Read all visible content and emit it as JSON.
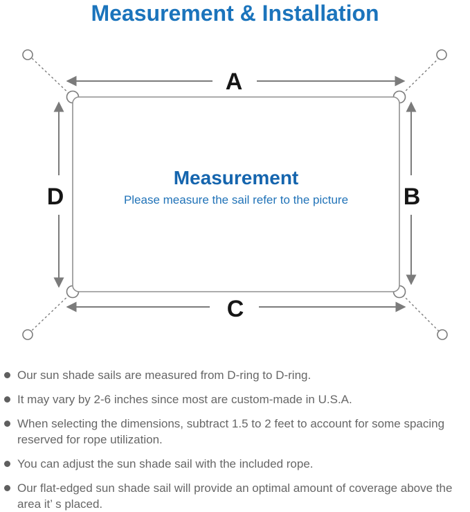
{
  "title": "Measurement & Installation",
  "colors": {
    "title_blue": "#1b74bc",
    "center_title_blue": "#1565ae",
    "center_subtitle_blue": "#2173b8",
    "diagram_line_gray": "#7b7b7b",
    "sail_outline_gray": "#909090",
    "dimension_letter_black": "#161616",
    "note_text_gray": "#666666"
  },
  "diagram": {
    "labels": {
      "top": "A",
      "right": "B",
      "bottom": "C",
      "left": "D"
    },
    "center_title": "Measurement",
    "center_subtitle": "Please measure the sail refer to the picture"
  },
  "notes": {
    "items": [
      "Our sun shade sails are measured from D-ring to D-ring.",
      "It may vary by 2-6 inches since most are custom-made in U.S.A.",
      "When selecting the dimensions, subtract 1.5 to 2 feet to account for some spacing reserved for rope utilization.",
      "You can adjust the sun shade sail with the included rope.",
      "Our flat-edged sun shade sail will provide an optimal amount of coverage above the area it’ s placed."
    ]
  }
}
